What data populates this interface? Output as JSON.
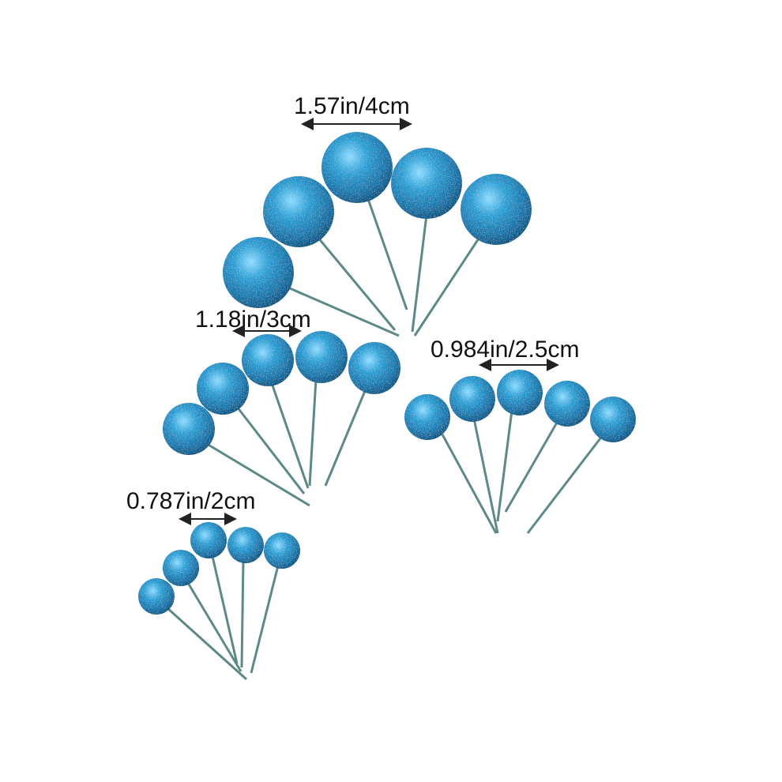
{
  "image": {
    "subject": "glitter ball cake toppers on sticks",
    "colors": {
      "ball": "#1f8fc4",
      "ball_light": "#6fd0f5",
      "ball_dark": "#0a4f7a",
      "stick": "#5d8a86",
      "arrow": "#222222",
      "background": "#ffffff"
    }
  },
  "groups": [
    {
      "label": "1.57in/4cm"
    },
    {
      "label": "1.18in/3cm"
    },
    {
      "label": "0.984in/2.5cm"
    },
    {
      "label": "0.787in/2cm"
    }
  ]
}
